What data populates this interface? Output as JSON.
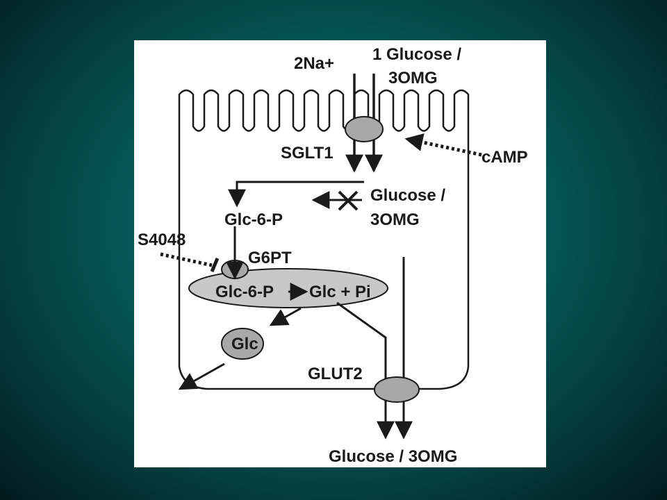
{
  "slide": {
    "background_color": "#066060",
    "panel_color": "#ffffff"
  },
  "diagram": {
    "colors": {
      "ink": "#1a1a1a",
      "protein_fill": "#a8a8a8",
      "er_fill": "#c8c8c8"
    },
    "labels": {
      "sodium": "2Na+",
      "glucose_in_line1": "1 Glucose /",
      "glucose_in_line2": "3OMG",
      "sglt1": "SGLT1",
      "camp": "cAMP",
      "glucose_cyto_line1": "Glucose /",
      "glucose_cyto_line2": "3OMG",
      "glc6p_cyto": "Glc-6-P",
      "s4048": "S4048",
      "g6pt": "G6PT",
      "glc6p_er": "Glc-6-P",
      "glc_pi": "Glc + Pi",
      "glc": "Glc",
      "glut2": "GLUT2",
      "glucose_out": "Glucose / 3OMG"
    }
  }
}
